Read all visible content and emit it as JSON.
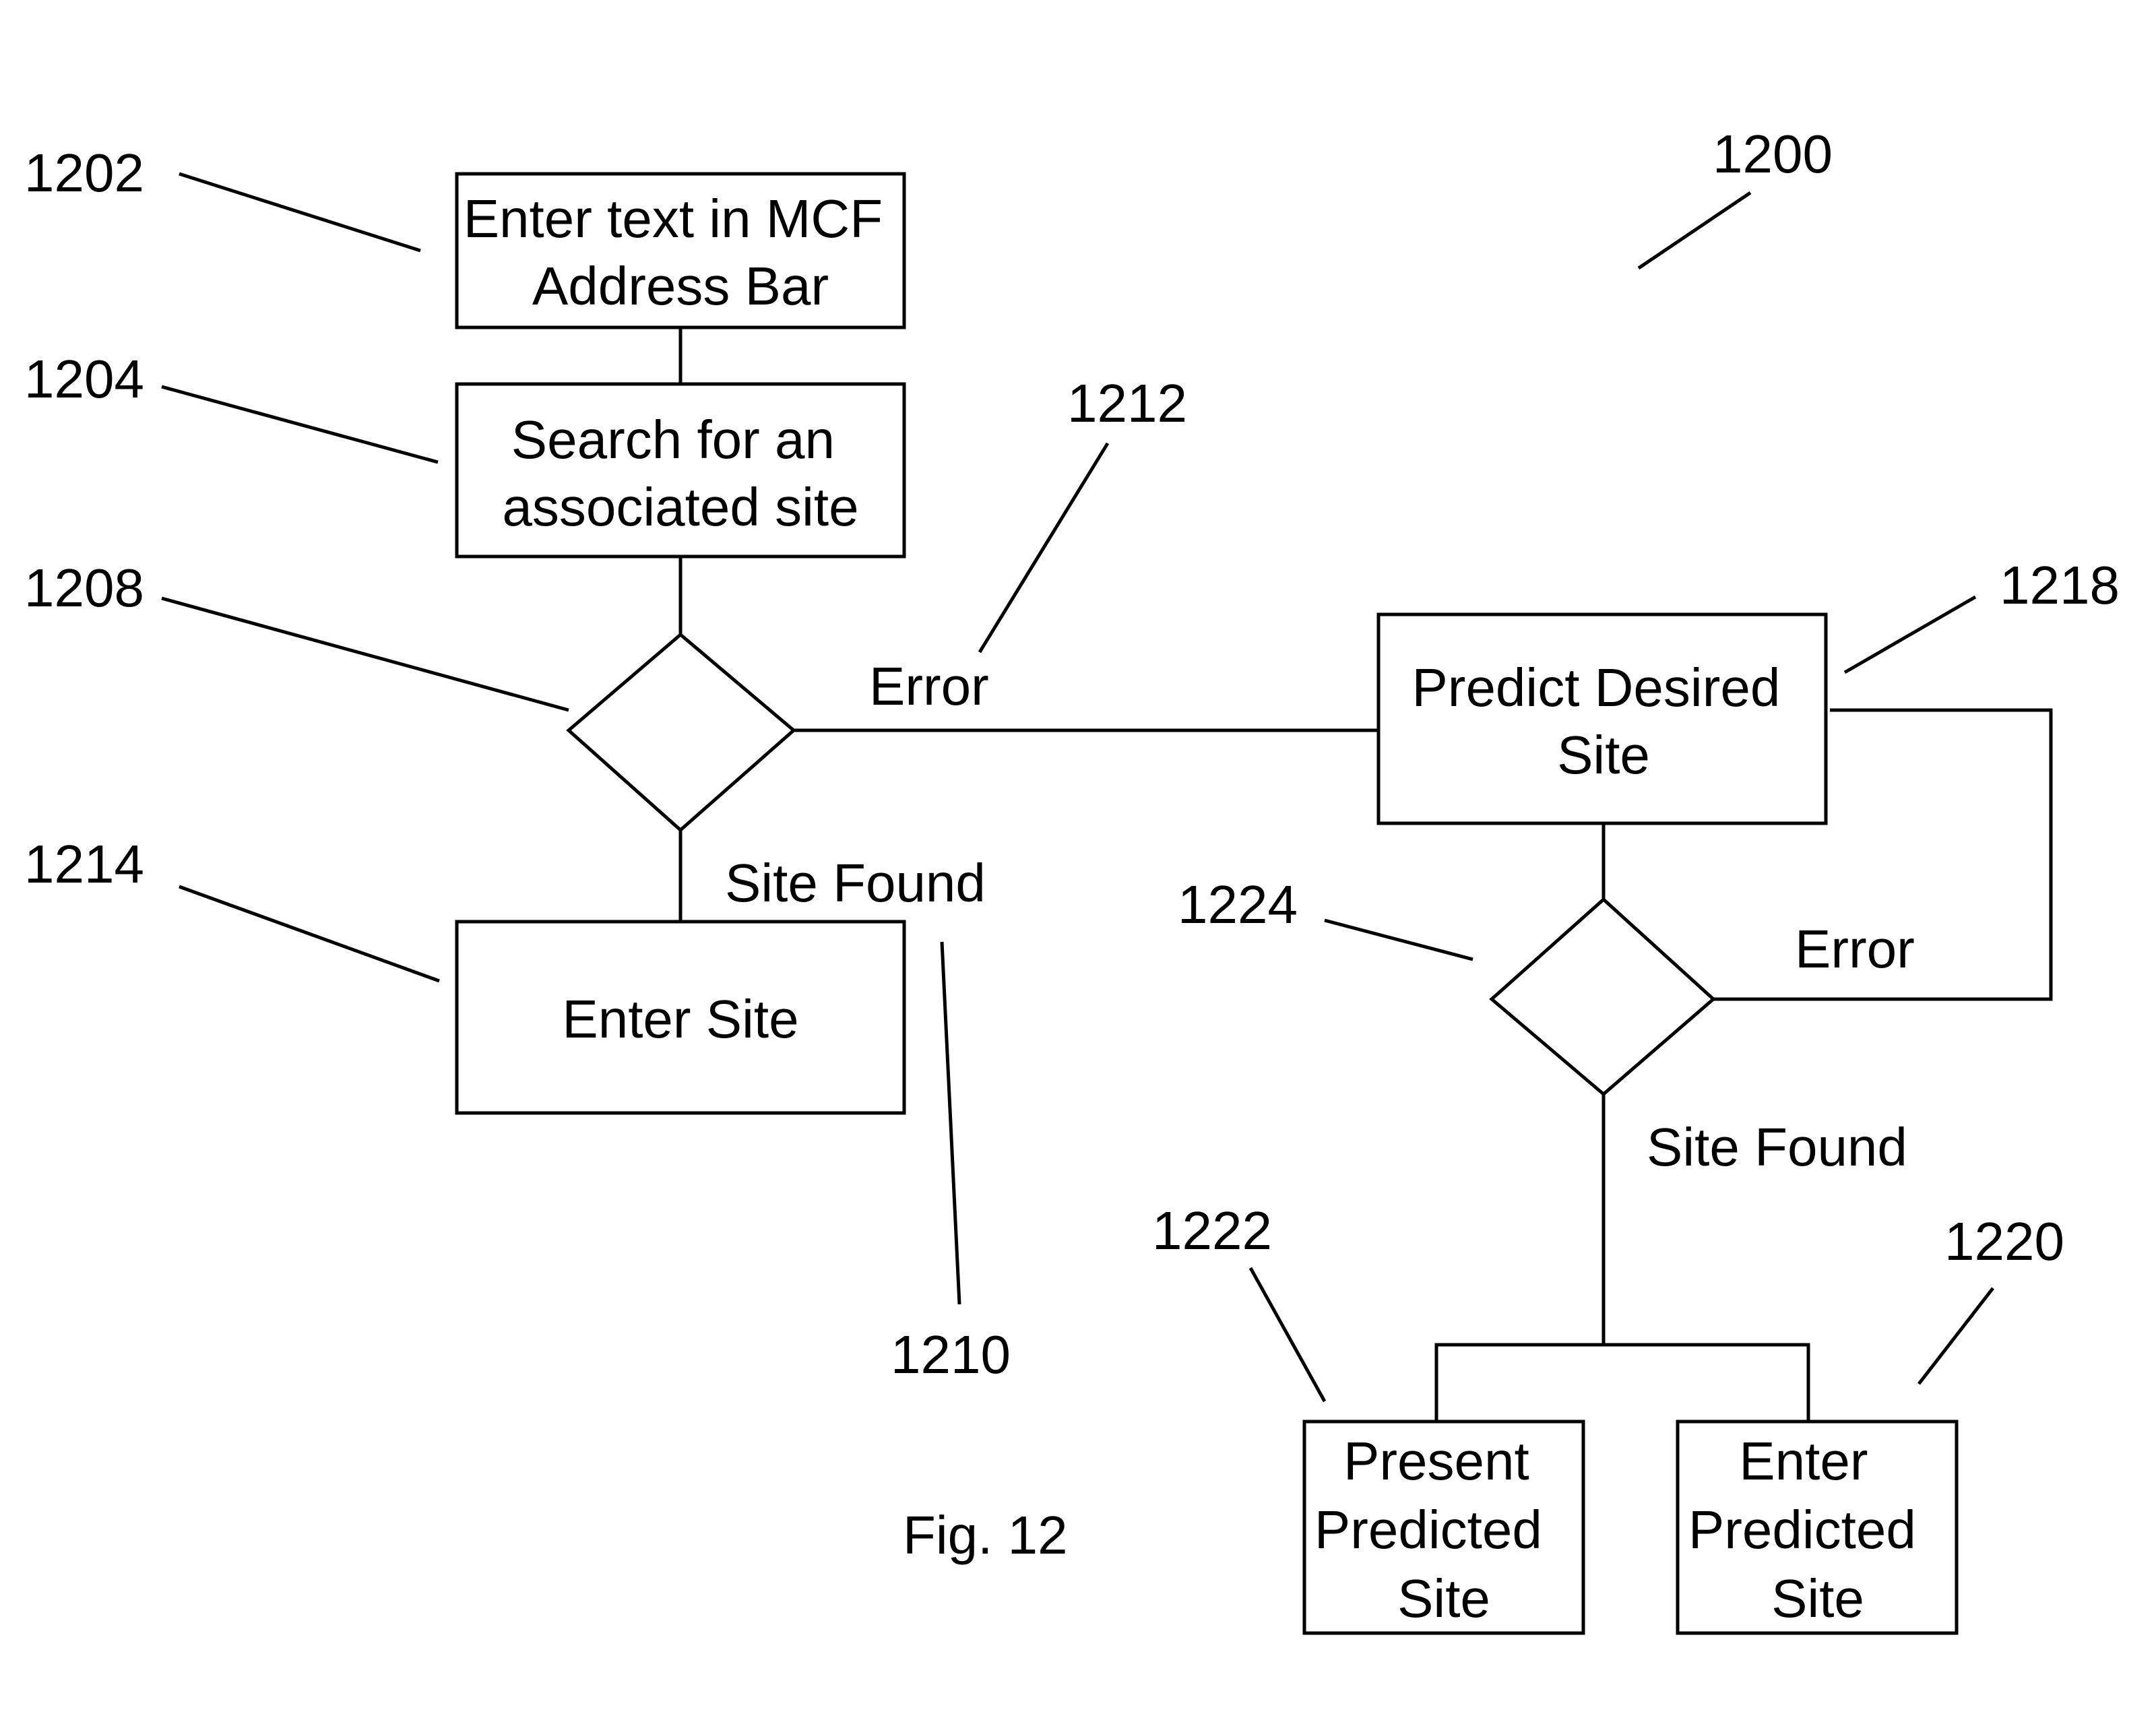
{
  "figure": {
    "ref": "1200",
    "caption": "Fig. 12"
  },
  "nodes": {
    "enter_text": {
      "ref": "1202",
      "lines": [
        "Enter text in MCF",
        "Address Bar"
      ]
    },
    "search_site": {
      "ref": "1204",
      "lines": [
        "Search for an",
        "associated site"
      ]
    },
    "decision_1": {
      "ref": "1208"
    },
    "enter_site": {
      "ref": "1214",
      "lines": [
        "Enter Site"
      ]
    },
    "predict_site": {
      "ref": "1218",
      "lines": [
        "Predict Desired",
        "Site"
      ]
    },
    "decision_2": {
      "ref": "1224"
    },
    "present_predicted": {
      "ref": "1222",
      "lines": [
        "Present",
        "Predicted",
        "Site"
      ]
    },
    "enter_predicted": {
      "ref": "1220",
      "lines": [
        "Enter",
        "Predicted",
        "Site"
      ]
    }
  },
  "edges": {
    "error_1": {
      "ref": "1212",
      "label": "Error"
    },
    "found_1": {
      "ref": "1210",
      "label": "Site Found"
    },
    "error_2": {
      "label": "Error"
    },
    "found_2": {
      "label": "Site Found"
    }
  },
  "colors": {
    "stroke": "#000000",
    "background": "#ffffff",
    "text": "#000000"
  }
}
